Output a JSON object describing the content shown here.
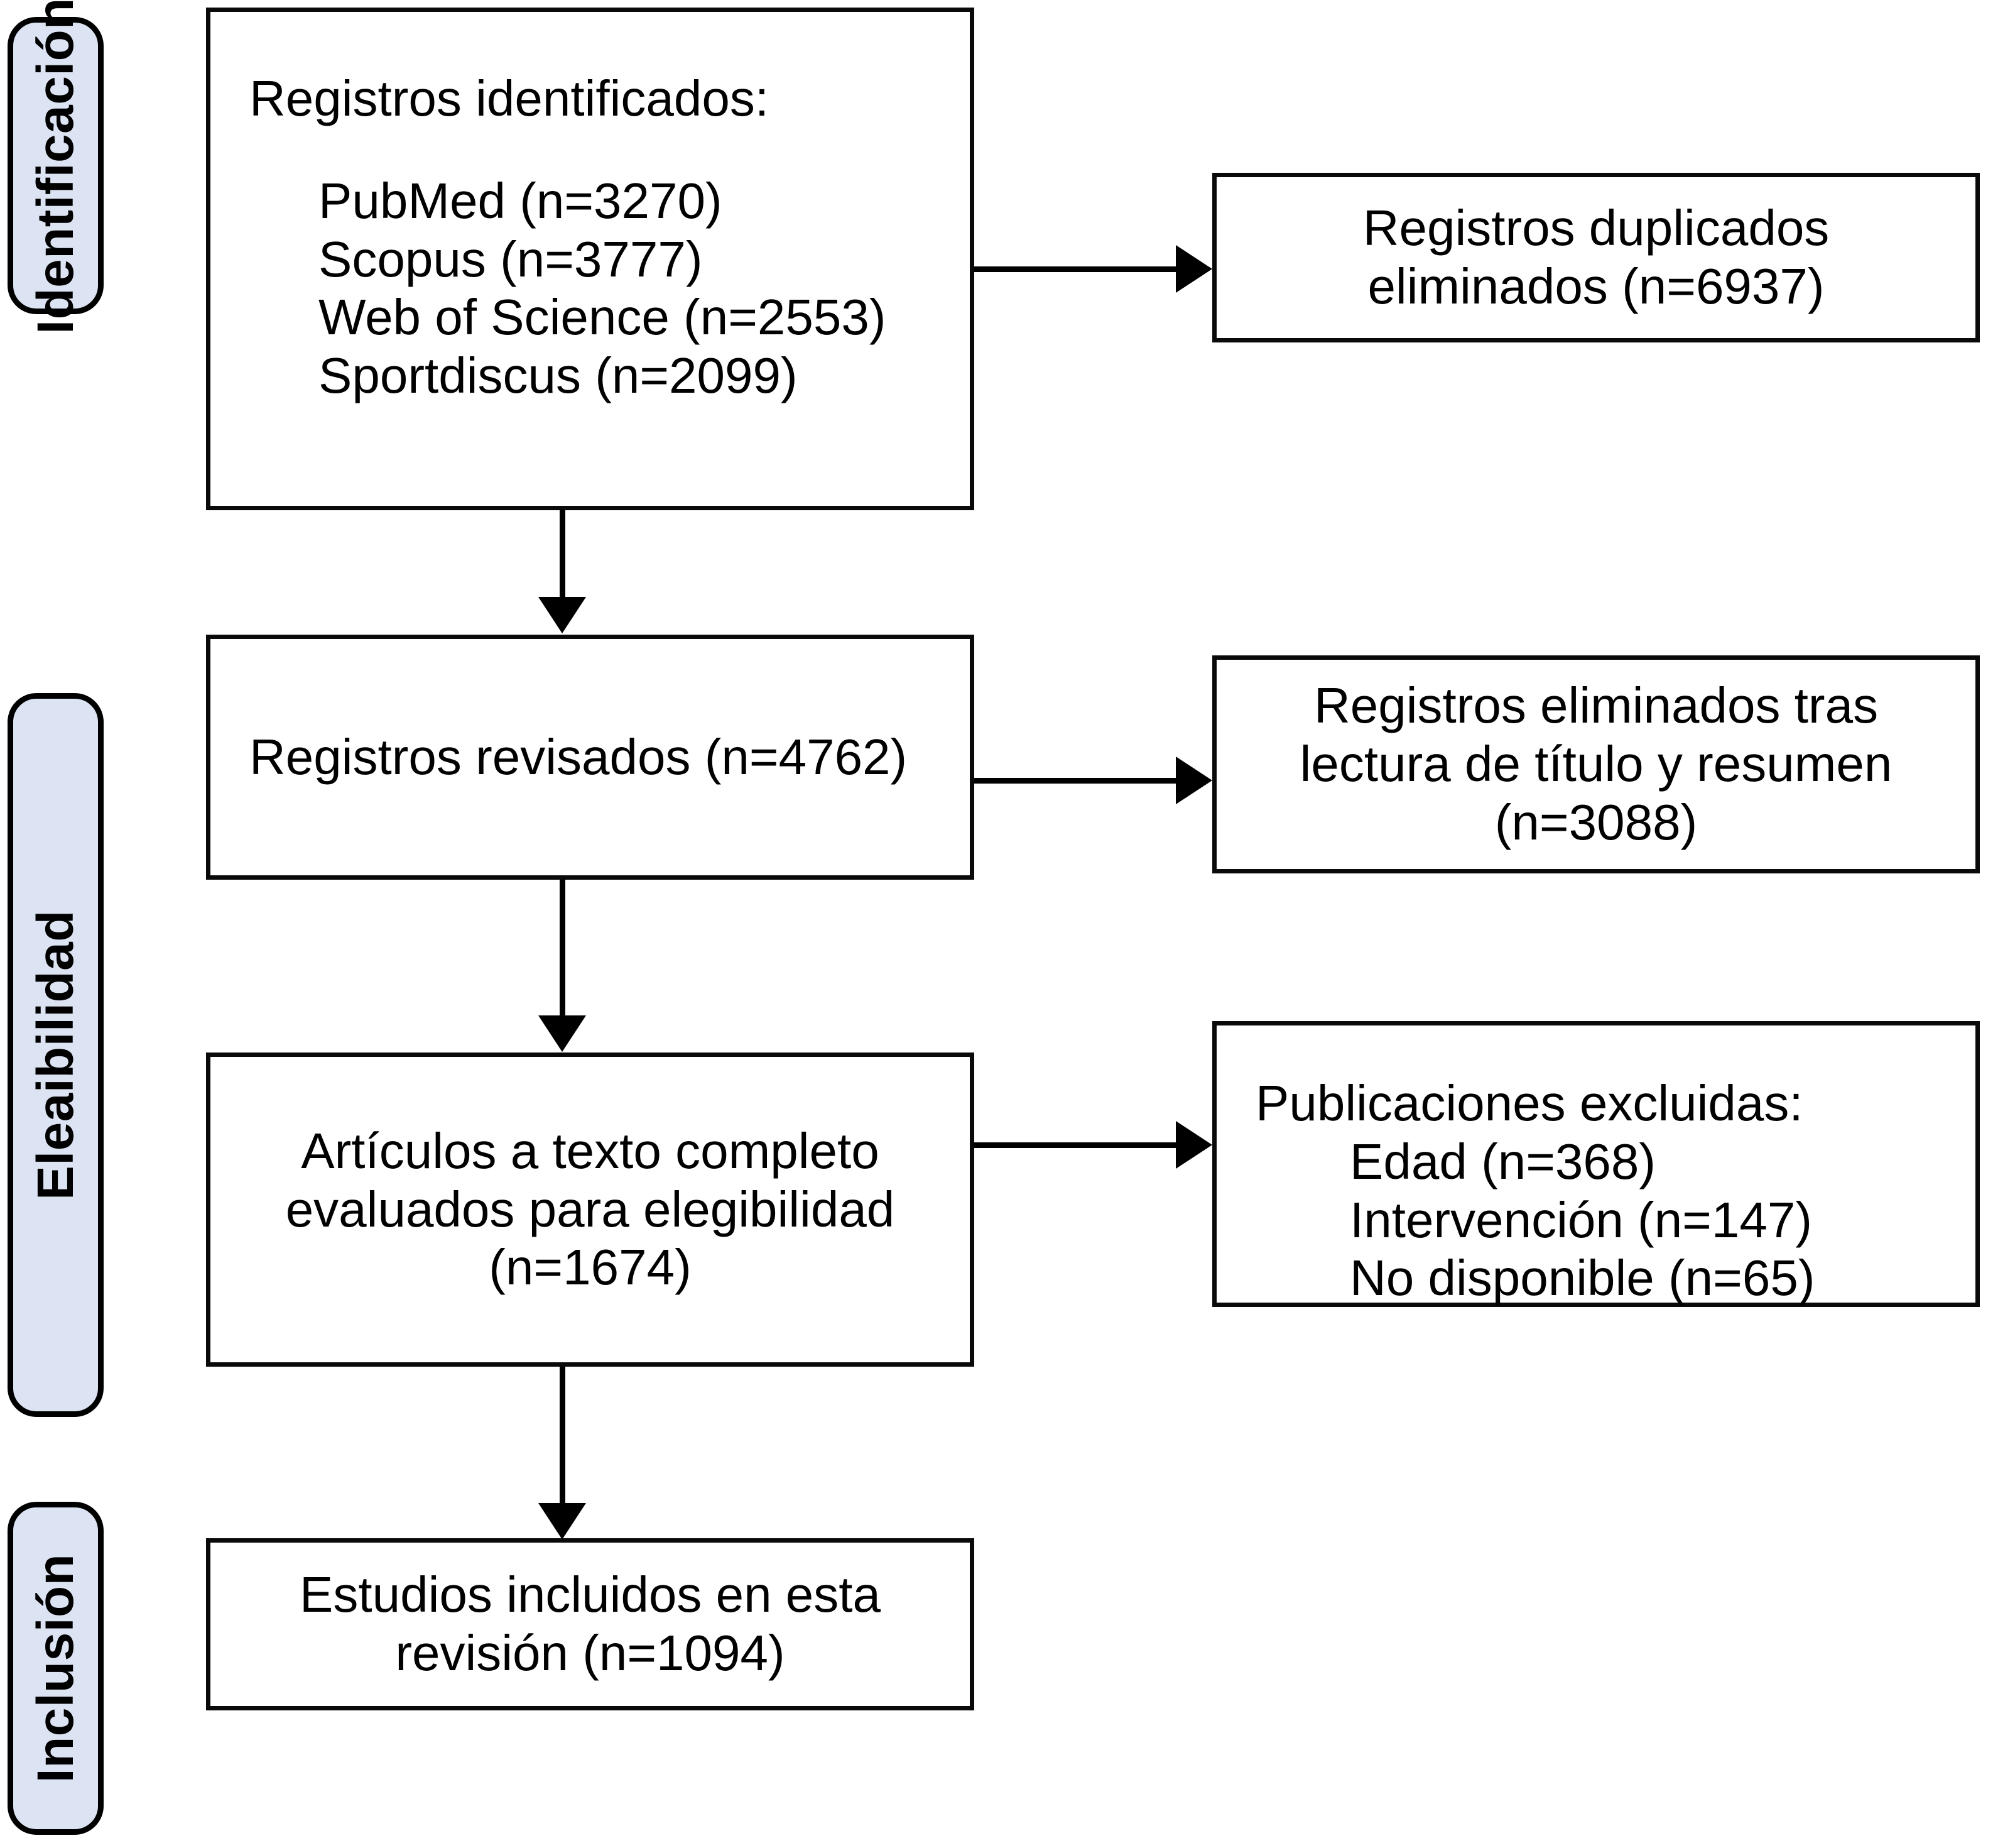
{
  "diagram": {
    "title": "PRISMA flow diagram",
    "language": "es",
    "colors": {
      "stage_pill_fill": "#dce3f2",
      "stage_pill_border": "#000000",
      "box_border": "#0a0a0a",
      "box_fill": "#ffffff",
      "connector": "#000000",
      "background": "#ffffff"
    }
  },
  "stages": [
    {
      "id": "identificacion",
      "label": "Identificación"
    },
    {
      "id": "elegibilidad",
      "label": "Eleaibilidad"
    },
    {
      "id": "inclusion",
      "label": "Inclusión"
    }
  ],
  "nodes": {
    "identified": {
      "heading": "Registros identificados:",
      "sources": [
        {
          "name": "PubMed",
          "count_label": "(n=3270)",
          "n": 3270,
          "line": "PubMed (n=3270)"
        },
        {
          "name": "Scopus",
          "count_label": "(n=3777)",
          "n": 3777,
          "line": "Scopus (n=3777)"
        },
        {
          "name": "Web of Science",
          "count_label": "(n=2553)",
          "n": 2553,
          "line": "Web of Science (n=2553)"
        },
        {
          "name": "Sportdiscus",
          "count_label": "(n=2099)",
          "n": 2099,
          "line": "Sportdiscus (n=2099)"
        }
      ],
      "sources_text": "PubMed (n=3270)\nScopus (n=3777)\nWeb of Science (n=2553)\nSportdiscus (n=2099)"
    },
    "duplicates_removed": {
      "text": "Registros duplicados\neliminados (n=6937)",
      "n": 6937
    },
    "records_screened": {
      "text": "Registros revisados (n=4762)",
      "n": 4762
    },
    "records_excluded_title_abstract": {
      "text": "Registros eliminados tras\nlectura de título y resumen\n(n=3088)",
      "n": 3088
    },
    "fulltext_assessed": {
      "text": "Artículos a texto completo\nevaluados para elegibilidad\n(n=1674)",
      "n": 1674
    },
    "publications_excluded": {
      "heading": "Publicaciones excluidas:",
      "reasons": [
        {
          "reason": "Edad",
          "count_label": "(n=368)",
          "n": 368,
          "line": "Edad (n=368)"
        },
        {
          "reason": "Intervención",
          "count_label": "(n=147)",
          "n": 147,
          "line": "Intervención (n=147)"
        },
        {
          "reason": "No disponible",
          "count_label": "(n=65)",
          "n": 65,
          "line": "No disponible (n=65)"
        }
      ],
      "reasons_text": "Edad (n=368)\nIntervención (n=147)\nNo disponible (n=65)"
    },
    "studies_included": {
      "text": "Estudios incluidos en esta\nrevisión (n=1094)",
      "n": 1094
    }
  },
  "connectors": [
    {
      "id": "identified-to-duplicates",
      "from": "identified",
      "to": "duplicates_removed",
      "direction": "right"
    },
    {
      "id": "identified-to-screened",
      "from": "identified",
      "to": "records_screened",
      "direction": "down"
    },
    {
      "id": "screened-to-excluded",
      "from": "records_screened",
      "to": "records_excluded_title_abstract",
      "direction": "right"
    },
    {
      "id": "screened-to-fulltext",
      "from": "records_screened",
      "to": "fulltext_assessed",
      "direction": "down"
    },
    {
      "id": "fulltext-to-excluded",
      "from": "fulltext_assessed",
      "to": "publications_excluded",
      "direction": "right"
    },
    {
      "id": "fulltext-to-included",
      "from": "fulltext_assessed",
      "to": "studies_included",
      "direction": "down"
    }
  ]
}
